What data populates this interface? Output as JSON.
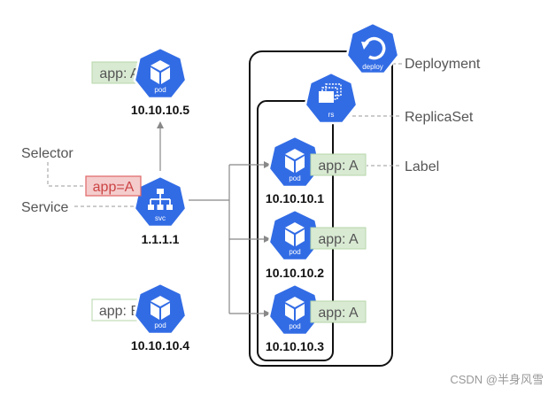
{
  "colors": {
    "k8s_blue": "#326ce5",
    "label_green_bg": "#d9ead3",
    "label_green_border": "#b6d7a8",
    "selector_red_bg": "#f4cccc",
    "selector_red_border": "#e06666",
    "line_gray": "#888888"
  },
  "annotations": {
    "selector": "Selector",
    "service": "Service",
    "deployment": "Deployment",
    "replicaset": "ReplicaSet",
    "label": "Label"
  },
  "service": {
    "icon_text": "svc",
    "ip": "1.1.1.1",
    "selector_tag": "app=A"
  },
  "deployment": {
    "icon_text": "deploy"
  },
  "replicaset": {
    "icon_text": "rs"
  },
  "pods": [
    {
      "icon_text": "pod",
      "label": "app: A",
      "ip": "10.10.10.5"
    },
    {
      "icon_text": "pod",
      "label": "app: B",
      "ip": "10.10.10.4"
    },
    {
      "icon_text": "pod",
      "label": "app: A",
      "ip": "10.10.10.1"
    },
    {
      "icon_text": "pod",
      "label": "app: A",
      "ip": "10.10.10.2"
    },
    {
      "icon_text": "pod",
      "label": "app: A",
      "ip": "10.10.10.3"
    }
  ],
  "watermark": "CSDN @半身风雪"
}
